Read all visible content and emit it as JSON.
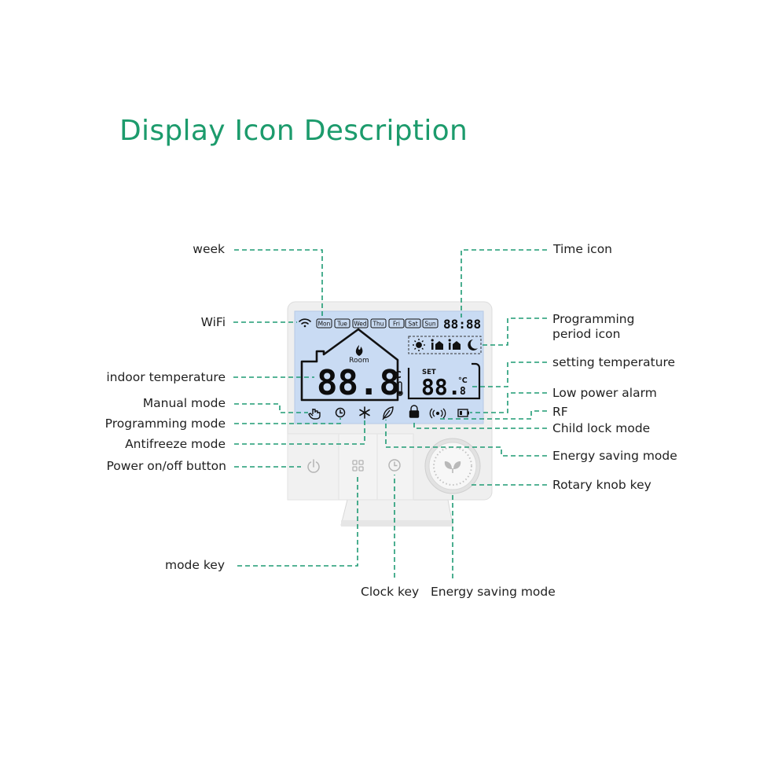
{
  "title": "Display Icon Description",
  "lcd": {
    "days": [
      "Mon",
      "Tue",
      "Wed",
      "Thu",
      "Fri",
      "Sat",
      "Sun"
    ],
    "clock": "88:88",
    "room": "Room",
    "room_temp": "88.8",
    "unit": "°C",
    "set": "SET",
    "set_temp": "88.",
    "set_decimal": "8"
  },
  "labels": {
    "week": "week",
    "wifi": "WiFi",
    "indoor_temperature": "indoor temperature",
    "manual_mode": "Manual mode",
    "programming_mode": "Programming mode",
    "antifreeze_mode": "Antifreeze mode",
    "power_button": "Power on/off button",
    "mode_key": "mode key",
    "clock_key": "Clock key",
    "energy_saving_bottom": "Energy saving mode",
    "time_icon": "Time icon",
    "programming_period_line1": "Programming",
    "programming_period_line2": "period icon",
    "setting_temperature": "setting temperature",
    "low_power_alarm": "Low power alarm",
    "rf": "RF",
    "child_lock_mode": "Child lock mode",
    "energy_saving_mode": "Energy saving mode",
    "rotary_knob_key": "Rotary knob key"
  },
  "colors": {
    "title": "#1c9b6c",
    "leader": "#1f9b74",
    "lcd": "#c9dbf3",
    "device": "#eeeeee"
  }
}
